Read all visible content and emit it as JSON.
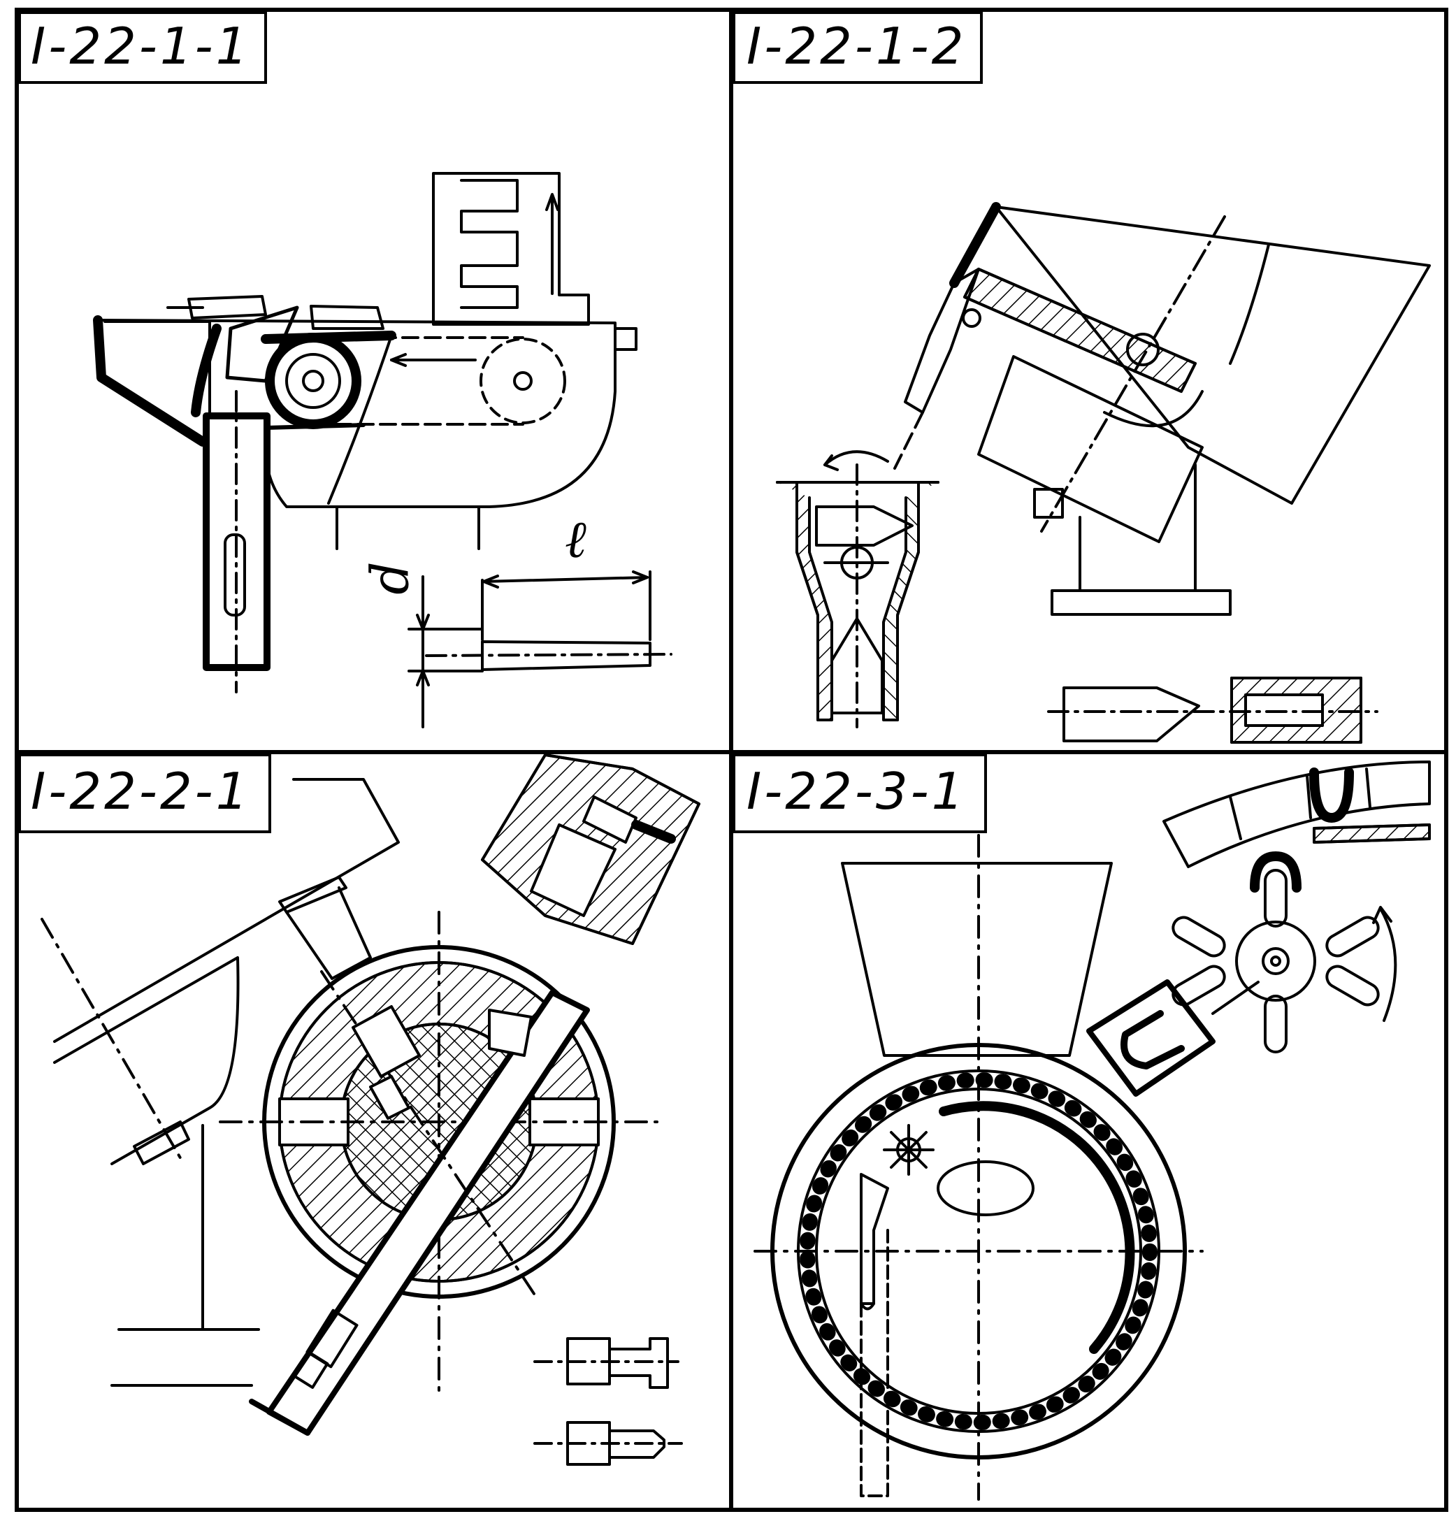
{
  "sheet": {
    "panels": [
      {
        "id": "p1",
        "label": "I-22-1-1"
      },
      {
        "id": "p2",
        "label": "I-22-1-2"
      },
      {
        "id": "p3",
        "label": "I-22-2-1"
      },
      {
        "id": "p4",
        "label": "I-22-3-1"
      }
    ],
    "dimensions": {
      "diameter": "d",
      "length": "ℓ"
    }
  },
  "colors": {
    "ink": "#000000",
    "paper": "#ffffff"
  }
}
